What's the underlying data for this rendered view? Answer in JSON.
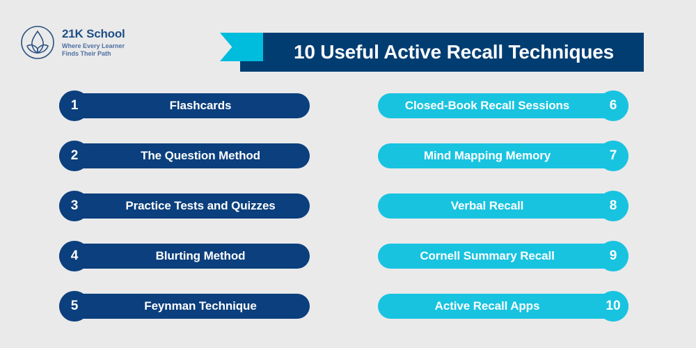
{
  "background_color": "#eaeaea",
  "colors": {
    "navy": "#0b3f7d",
    "banner_navy": "#023d72",
    "cyan": "#18c3e0",
    "ribbon_cyan": "#00bcdd",
    "logo_blue": "#1f4e87"
  },
  "logo": {
    "icon": "lotus-circle-icon",
    "name": "21K School",
    "tagline": "Where Every Learner\nFinds Their Path"
  },
  "header": {
    "ribbon_icon": "ribbon-arrow-left-icon",
    "title": "10 Useful Active Recall Techniques"
  },
  "left_column": {
    "items": [
      {
        "number": "1",
        "label": "Flashcards"
      },
      {
        "number": "2",
        "label": "The Question Method"
      },
      {
        "number": "3",
        "label": "Practice Tests and Quizzes"
      },
      {
        "number": "4",
        "label": "Blurting Method"
      },
      {
        "number": "5",
        "label": "Feynman Technique"
      }
    ]
  },
  "right_column": {
    "items": [
      {
        "number": "6",
        "label": "Closed-Book Recall Sessions"
      },
      {
        "number": "7",
        "label": "Mind Mapping Memory"
      },
      {
        "number": "8",
        "label": "Verbal Recall"
      },
      {
        "number": "9",
        "label": "Cornell Summary Recall"
      },
      {
        "number": "10",
        "label": "Active Recall Apps"
      }
    ]
  }
}
